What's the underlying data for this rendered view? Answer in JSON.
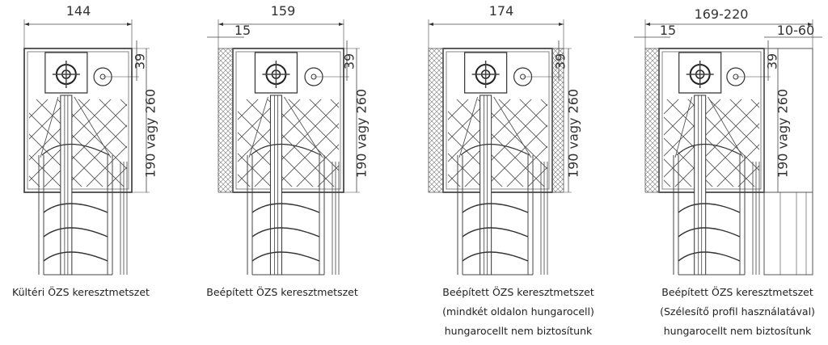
{
  "sections": [
    {
      "width_label": "144",
      "left_label": "",
      "right_label": "",
      "motor_label": "39",
      "height_label": "190 vagy 260",
      "caption": [
        "Kültéri ÖZS keresztmetszet"
      ]
    },
    {
      "width_label": "159",
      "left_label": "15",
      "right_label": "",
      "motor_label": "39",
      "height_label": "190 vagy 260",
      "caption": [
        "Beépített ÖZS keresztmetszet"
      ]
    },
    {
      "width_label": "174",
      "left_label": "",
      "right_label": "",
      "motor_label": "39",
      "height_label": "190 vagy 260",
      "caption": [
        "Beépített ÖZS keresztmetszet",
        "(mindkét oldalon hungarocell)",
        "hungarocellt nem biztosítunk"
      ]
    },
    {
      "width_label": "169-220",
      "left_label": "15",
      "right_label": "10-60",
      "motor_label": "39",
      "height_label": "190 vagy 260",
      "caption": [
        "Beépített ÖZS keresztmetszet",
        "(Szélesítő profil használatával)",
        "hungarocellt nem biztosítunk"
      ]
    }
  ]
}
